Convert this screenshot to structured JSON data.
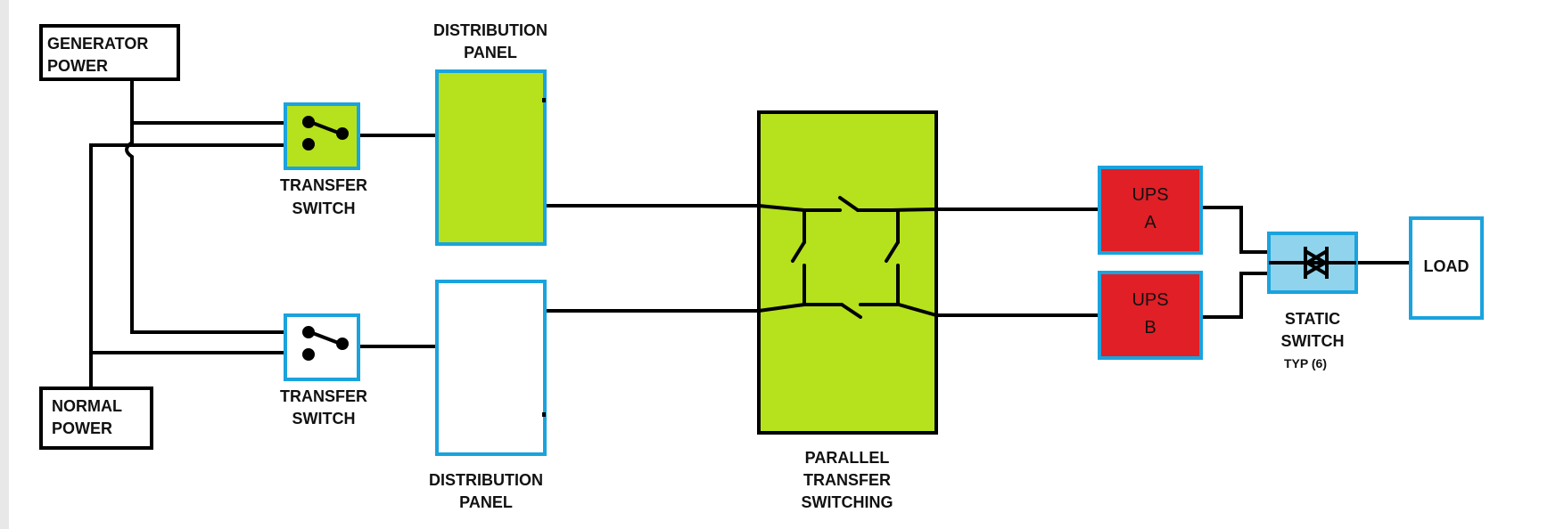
{
  "diagram": {
    "colors": {
      "background": "#e8e8e8",
      "canvas": "#ffffff",
      "wire": "#000000",
      "box_border_blue": "#1aa3dd",
      "lime_fill": "#b5e21c",
      "ups_fill": "#e01f26",
      "static_switch_fill": "#8fd4ec",
      "white_fill": "#ffffff"
    },
    "generator_power": {
      "line1": "GENERATOR",
      "line2": "POWER"
    },
    "normal_power": {
      "line1": "NORMAL",
      "line2": "POWER"
    },
    "transfer_switch_top": {
      "line1": "TRANSFER",
      "line2": "SWITCH",
      "icon": "transfer-switch-icon"
    },
    "transfer_switch_bottom": {
      "line1": "TRANSFER",
      "line2": "SWITCH",
      "icon": "transfer-switch-icon"
    },
    "distribution_panel_top": {
      "line1": "DISTRIBUTION",
      "line2": "PANEL"
    },
    "distribution_panel_bottom": {
      "line1": "DISTRIBUTION",
      "line2": "PANEL"
    },
    "parallel_transfer": {
      "line1": "PARALLEL",
      "line2": "TRANSFER",
      "line3": "SWITCHING"
    },
    "ups_a": {
      "line1": "UPS",
      "line2": "A"
    },
    "ups_b": {
      "line1": "UPS",
      "line2": "B"
    },
    "static_switch": {
      "line1": "STATIC",
      "line2": "SWITCH",
      "line3": "TYP (6)",
      "icon": "thyristor-icon"
    },
    "load": {
      "label": "LOAD"
    }
  }
}
